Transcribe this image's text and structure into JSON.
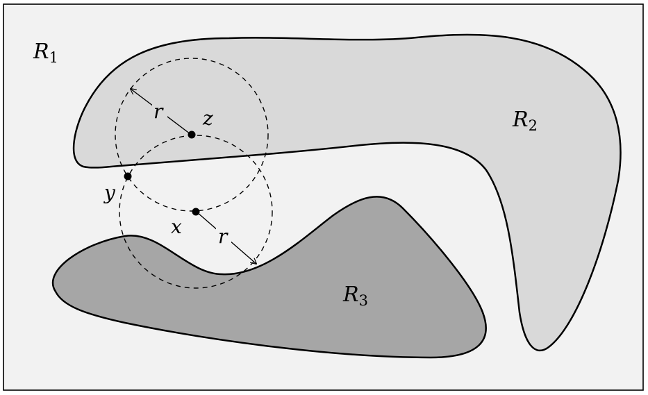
{
  "regions": [
    {
      "label": "R",
      "subscript": "1",
      "fill": "#f2f2f2"
    },
    {
      "label": "R",
      "subscript": "2",
      "fill": "#d9d9d9"
    },
    {
      "label": "R",
      "subscript": "3",
      "fill": "#a6a6a6"
    }
  ],
  "points": {
    "x": "x",
    "y": "y",
    "z": "z"
  },
  "radius_label": "r",
  "colors": {
    "stroke": "#000000",
    "dashed_circle": "#000000"
  }
}
